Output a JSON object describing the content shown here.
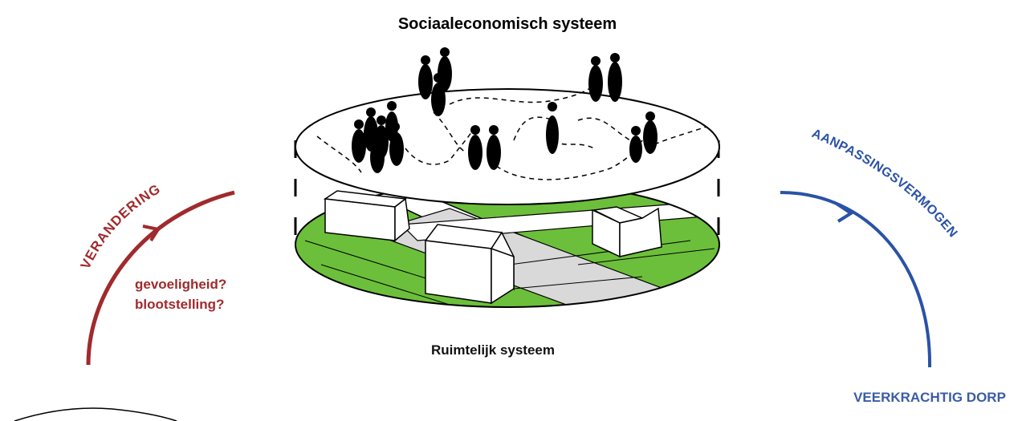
{
  "title": "Sociaaleconomisch systeem",
  "caption": "Ruimtelijk systeem",
  "left": {
    "arc_label": "VERANDERING",
    "questions": [
      "gevoeligheid?",
      "blootstelling?"
    ]
  },
  "right": {
    "arc_label": "AANPASSINGSVERMOGEN",
    "bottom_label": "VEERKRACHTIG DORP"
  },
  "colors": {
    "red": "#a02a2d",
    "blue": "#2a52a6",
    "green": "#6cbf3a",
    "road": "#d9d9d9"
  }
}
